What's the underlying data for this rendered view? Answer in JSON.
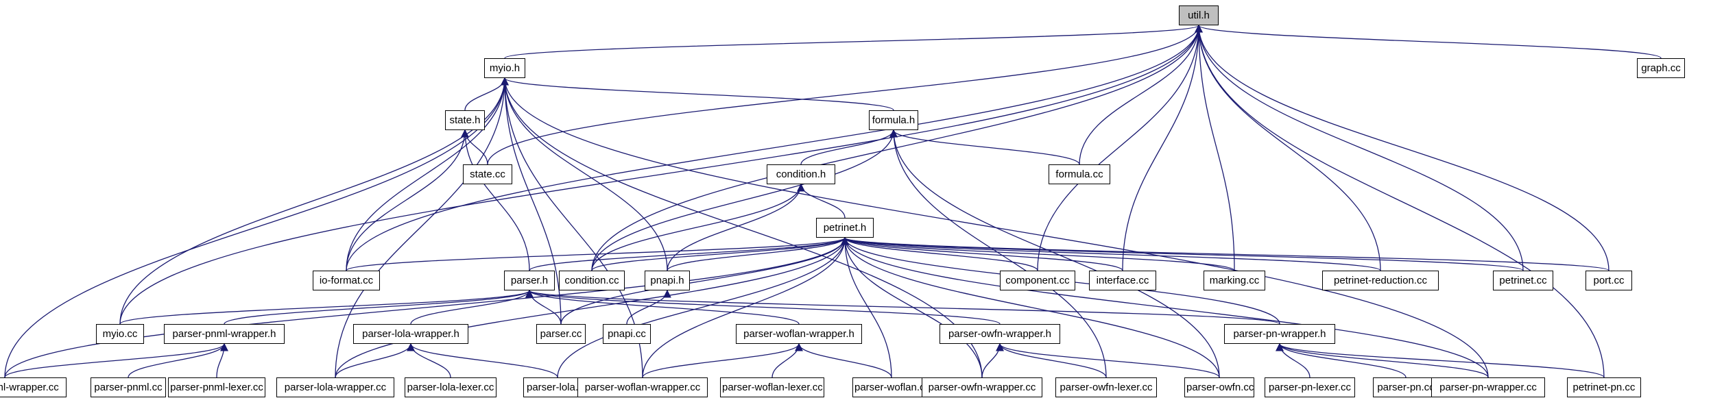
{
  "graph": {
    "root": "util.h",
    "nodes": [
      "util.h",
      "graph.cc",
      "myio.h",
      "state.h",
      "formula.h",
      "state.cc",
      "formula.cc",
      "condition.h",
      "petrinet.h",
      "io-format.cc",
      "parser.h",
      "condition.cc",
      "pnapi.h",
      "component.cc",
      "interface.cc",
      "marking.cc",
      "petrinet-reduction.cc",
      "petrinet.cc",
      "port.cc",
      "myio.cc",
      "parser-pnml-wrapper.h",
      "parser-lola-wrapper.h",
      "parser.cc",
      "pnapi.cc",
      "parser-woflan-wrapper.h",
      "parser-owfn-wrapper.h",
      "parser-pn-wrapper.h",
      "parser-pnml-wrapper.cc",
      "parser-pnml.cc",
      "parser-pnml-lexer.cc",
      "parser-lola-wrapper.cc",
      "parser-lola-lexer.cc",
      "parser-lola.cc",
      "parser-woflan-wrapper.cc",
      "parser-woflan-lexer.cc",
      "parser-woflan.cc",
      "parser-owfn-wrapper.cc",
      "parser-owfn-lexer.cc",
      "parser-owfn.cc",
      "parser-pn-lexer.cc",
      "parser-pn.cc",
      "parser-pn-wrapper.cc",
      "petrinet-pn.cc"
    ],
    "edges": [
      [
        "myio.h",
        "util.h"
      ],
      [
        "graph.cc",
        "util.h"
      ],
      [
        "myio.cc",
        "util.h"
      ],
      [
        "io-format.cc",
        "util.h"
      ],
      [
        "state.cc",
        "util.h"
      ],
      [
        "condition.cc",
        "util.h"
      ],
      [
        "formula.cc",
        "util.h"
      ],
      [
        "component.cc",
        "util.h"
      ],
      [
        "interface.cc",
        "util.h"
      ],
      [
        "marking.cc",
        "util.h"
      ],
      [
        "petrinet-reduction.cc",
        "util.h"
      ],
      [
        "petrinet.cc",
        "util.h"
      ],
      [
        "port.cc",
        "util.h"
      ],
      [
        "petrinet-pn.cc",
        "util.h"
      ],
      [
        "state.h",
        "myio.h"
      ],
      [
        "formula.h",
        "myio.h"
      ],
      [
        "io-format.cc",
        "myio.h"
      ],
      [
        "myio.cc",
        "myio.h"
      ],
      [
        "parser-pnml-wrapper.cc",
        "myio.h"
      ],
      [
        "parser-lola-wrapper.cc",
        "myio.h"
      ],
      [
        "parser-owfn-wrapper.cc",
        "myio.h"
      ],
      [
        "parser.cc",
        "myio.h"
      ],
      [
        "pnapi.h",
        "myio.h"
      ],
      [
        "parser-woflan-wrapper.cc",
        "myio.h"
      ],
      [
        "parser-pn-wrapper.cc",
        "myio.h"
      ],
      [
        "state.cc",
        "state.h"
      ],
      [
        "io-format.cc",
        "state.h"
      ],
      [
        "parser.h",
        "state.h"
      ],
      [
        "condition.h",
        "formula.h"
      ],
      [
        "formula.cc",
        "formula.h"
      ],
      [
        "condition.cc",
        "formula.h"
      ],
      [
        "parser-owfn-lexer.cc",
        "formula.h"
      ],
      [
        "parser-owfn.cc",
        "formula.h"
      ],
      [
        "petrinet.h",
        "condition.h"
      ],
      [
        "condition.cc",
        "condition.h"
      ],
      [
        "pnapi.h",
        "condition.h"
      ],
      [
        "io-format.cc",
        "petrinet.h"
      ],
      [
        "parser.h",
        "petrinet.h"
      ],
      [
        "condition.cc",
        "petrinet.h"
      ],
      [
        "pnapi.h",
        "petrinet.h"
      ],
      [
        "component.cc",
        "petrinet.h"
      ],
      [
        "interface.cc",
        "petrinet.h"
      ],
      [
        "marking.cc",
        "petrinet.h"
      ],
      [
        "petrinet-reduction.cc",
        "petrinet.h"
      ],
      [
        "petrinet.cc",
        "petrinet.h"
      ],
      [
        "port.cc",
        "petrinet.h"
      ],
      [
        "parser.cc",
        "petrinet.h"
      ],
      [
        "parser-pnml-wrapper.cc",
        "petrinet.h"
      ],
      [
        "parser-lola-wrapper.cc",
        "petrinet.h"
      ],
      [
        "parser-lola.cc",
        "petrinet.h"
      ],
      [
        "parser-woflan-wrapper.cc",
        "petrinet.h"
      ],
      [
        "parser-woflan.cc",
        "petrinet.h"
      ],
      [
        "parser-owfn-wrapper.cc",
        "petrinet.h"
      ],
      [
        "parser-owfn.cc",
        "petrinet.h"
      ],
      [
        "parser-pn-wrapper.h",
        "petrinet.h"
      ],
      [
        "parser-pn-wrapper.cc",
        "petrinet.h"
      ],
      [
        "myio.cc",
        "parser.h"
      ],
      [
        "parser-pnml-wrapper.h",
        "parser.h"
      ],
      [
        "parser-lola-wrapper.h",
        "parser.h"
      ],
      [
        "parser.cc",
        "parser.h"
      ],
      [
        "parser-woflan-wrapper.h",
        "parser.h"
      ],
      [
        "parser-owfn-wrapper.h",
        "parser.h"
      ],
      [
        "parser-pn-wrapper.h",
        "parser.h"
      ],
      [
        "pnapi.cc",
        "pnapi.h"
      ],
      [
        "parser-pnml-wrapper.cc",
        "parser-pnml-wrapper.h"
      ],
      [
        "parser-pnml.cc",
        "parser-pnml-wrapper.h"
      ],
      [
        "parser-pnml-lexer.cc",
        "parser-pnml-wrapper.h"
      ],
      [
        "parser-lola-wrapper.cc",
        "parser-lola-wrapper.h"
      ],
      [
        "parser-lola-lexer.cc",
        "parser-lola-wrapper.h"
      ],
      [
        "parser-lola.cc",
        "parser-lola-wrapper.h"
      ],
      [
        "parser-woflan-wrapper.cc",
        "parser-woflan-wrapper.h"
      ],
      [
        "parser-woflan-lexer.cc",
        "parser-woflan-wrapper.h"
      ],
      [
        "parser-woflan.cc",
        "parser-woflan-wrapper.h"
      ],
      [
        "parser-owfn-wrapper.cc",
        "parser-owfn-wrapper.h"
      ],
      [
        "parser-owfn-lexer.cc",
        "parser-owfn-wrapper.h"
      ],
      [
        "parser-owfn.cc",
        "parser-owfn-wrapper.h"
      ],
      [
        "parser-pn-lexer.cc",
        "parser-pn-wrapper.h"
      ],
      [
        "parser-pn.cc",
        "parser-pn-wrapper.h"
      ],
      [
        "parser-pn-wrapper.cc",
        "parser-pn-wrapper.h"
      ],
      [
        "petrinet-pn.cc",
        "parser-pn-wrapper.h"
      ]
    ]
  },
  "colors": {
    "edge": "#191970",
    "root_fill": "#bfbfbf",
    "node_fill": "#ffffff",
    "border": "#000000"
  }
}
